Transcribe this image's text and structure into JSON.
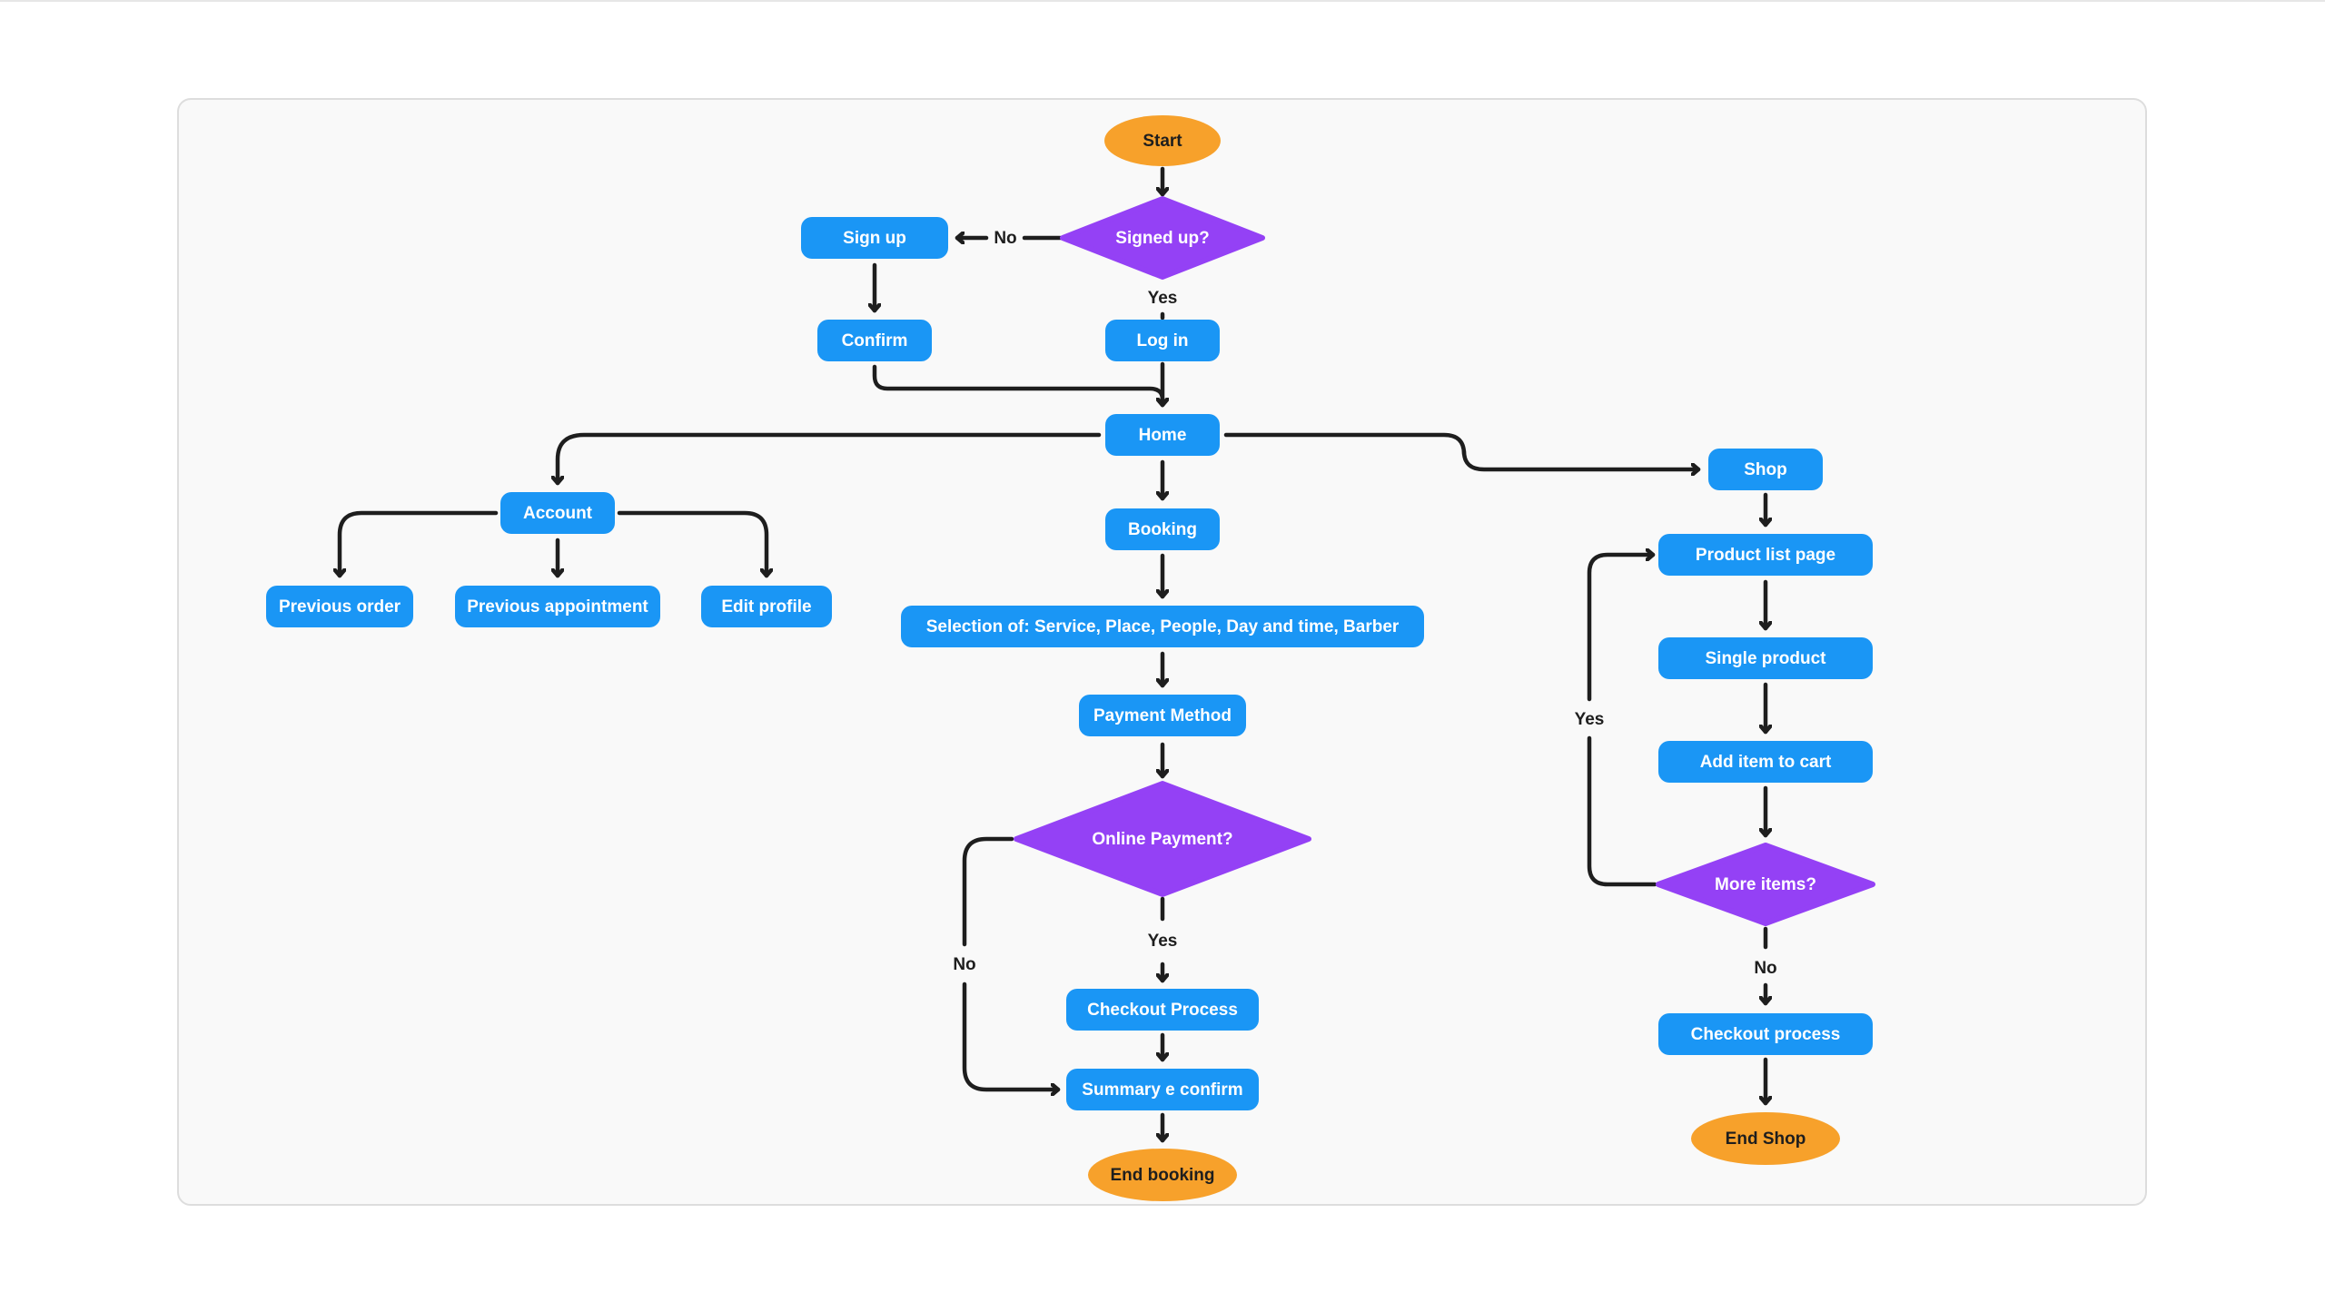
{
  "colors": {
    "canvas_bg": "#f9f9f9",
    "canvas_border": "#dddddd",
    "process": "#1a96f5",
    "decision": "#9441f5",
    "terminal": "#f7a12b",
    "line": "#1e1e1e",
    "process_text": "#ffffff",
    "terminal_text": "#1e1e1e"
  },
  "nodes": [
    {
      "id": "start",
      "kind": "terminal",
      "label": "Start"
    },
    {
      "id": "signed_up",
      "kind": "decision",
      "label": "Signed up?"
    },
    {
      "id": "sign_up",
      "kind": "process",
      "label": "Sign up"
    },
    {
      "id": "confirm",
      "kind": "process",
      "label": "Confirm"
    },
    {
      "id": "log_in",
      "kind": "process",
      "label": "Log in"
    },
    {
      "id": "home",
      "kind": "process",
      "label": "Home"
    },
    {
      "id": "account",
      "kind": "process",
      "label": "Account"
    },
    {
      "id": "previous_order",
      "kind": "process",
      "label": "Previous order"
    },
    {
      "id": "previous_appointment",
      "kind": "process",
      "label": "Previous appointment"
    },
    {
      "id": "edit_profile",
      "kind": "process",
      "label": "Edit profile"
    },
    {
      "id": "booking",
      "kind": "process",
      "label": "Booking"
    },
    {
      "id": "selection",
      "kind": "process",
      "label": "Selection of: Service, Place, People, Day and time, Barber"
    },
    {
      "id": "payment_method",
      "kind": "process",
      "label": "Payment Method"
    },
    {
      "id": "online_payment",
      "kind": "decision",
      "label": "Online Payment?"
    },
    {
      "id": "checkout_process_booking",
      "kind": "process",
      "label": "Checkout Process"
    },
    {
      "id": "summary_confirm",
      "kind": "process",
      "label": "Summary e confirm"
    },
    {
      "id": "end_booking",
      "kind": "terminal",
      "label": "End booking"
    },
    {
      "id": "shop",
      "kind": "process",
      "label": "Shop"
    },
    {
      "id": "product_list",
      "kind": "process",
      "label": "Product list page"
    },
    {
      "id": "single_product",
      "kind": "process",
      "label": "Single product"
    },
    {
      "id": "add_to_cart",
      "kind": "process",
      "label": "Add item to cart"
    },
    {
      "id": "more_items",
      "kind": "decision",
      "label": "More items?"
    },
    {
      "id": "checkout_process_shop",
      "kind": "process",
      "label": "Checkout process"
    },
    {
      "id": "end_shop",
      "kind": "terminal",
      "label": "End Shop"
    }
  ],
  "edges": [
    {
      "id": "start_to_signed_up",
      "from": "start",
      "to": "signed_up",
      "label": ""
    },
    {
      "id": "signed_up_to_sign_up",
      "from": "signed_up",
      "to": "sign_up",
      "label": "No"
    },
    {
      "id": "signed_up_to_log_in",
      "from": "signed_up",
      "to": "log_in",
      "label": "Yes"
    },
    {
      "id": "sign_up_to_confirm",
      "from": "sign_up",
      "to": "confirm",
      "label": ""
    },
    {
      "id": "confirm_to_home",
      "from": "confirm",
      "to": "home",
      "label": ""
    },
    {
      "id": "log_in_to_home",
      "from": "log_in",
      "to": "home",
      "label": ""
    },
    {
      "id": "home_to_account",
      "from": "home",
      "to": "account",
      "label": ""
    },
    {
      "id": "home_to_booking",
      "from": "home",
      "to": "booking",
      "label": ""
    },
    {
      "id": "home_to_shop",
      "from": "home",
      "to": "shop",
      "label": ""
    },
    {
      "id": "account_to_previous_order",
      "from": "account",
      "to": "previous_order",
      "label": ""
    },
    {
      "id": "account_to_previous_appointment",
      "from": "account",
      "to": "previous_appointment",
      "label": ""
    },
    {
      "id": "account_to_edit_profile",
      "from": "account",
      "to": "edit_profile",
      "label": ""
    },
    {
      "id": "booking_to_selection",
      "from": "booking",
      "to": "selection",
      "label": ""
    },
    {
      "id": "selection_to_payment_method",
      "from": "selection",
      "to": "payment_method",
      "label": ""
    },
    {
      "id": "payment_method_to_online_payment",
      "from": "payment_method",
      "to": "online_payment",
      "label": ""
    },
    {
      "id": "online_payment_to_checkout",
      "from": "online_payment",
      "to": "checkout_process_booking",
      "label": "Yes"
    },
    {
      "id": "online_payment_to_summary",
      "from": "online_payment",
      "to": "summary_confirm",
      "label": "No"
    },
    {
      "id": "checkout_to_summary",
      "from": "checkout_process_booking",
      "to": "summary_confirm",
      "label": ""
    },
    {
      "id": "summary_to_end_booking",
      "from": "summary_confirm",
      "to": "end_booking",
      "label": ""
    },
    {
      "id": "shop_to_product_list",
      "from": "shop",
      "to": "product_list",
      "label": ""
    },
    {
      "id": "product_list_to_single_product",
      "from": "product_list",
      "to": "single_product",
      "label": ""
    },
    {
      "id": "single_product_to_add_to_cart",
      "from": "single_product",
      "to": "add_to_cart",
      "label": ""
    },
    {
      "id": "add_to_cart_to_more_items",
      "from": "add_to_cart",
      "to": "more_items",
      "label": ""
    },
    {
      "id": "more_items_to_product_list",
      "from": "more_items",
      "to": "product_list",
      "label": "Yes"
    },
    {
      "id": "more_items_to_checkout",
      "from": "more_items",
      "to": "checkout_process_shop",
      "label": "No"
    },
    {
      "id": "checkout_to_end_shop",
      "from": "checkout_process_shop",
      "to": "end_shop",
      "label": ""
    }
  ]
}
